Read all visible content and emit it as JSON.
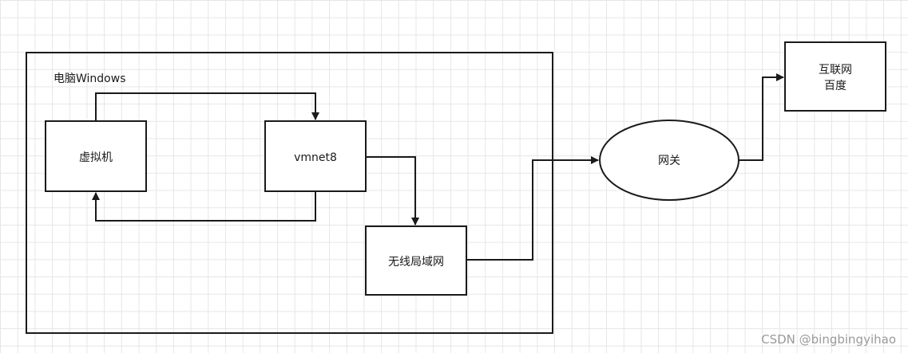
{
  "diagram": {
    "container_label": "电脑Windows",
    "nodes": {
      "vm": "虚拟机",
      "vmnet8": "vmnet8",
      "wlan": "无线局域网",
      "gateway": "网关",
      "internet_line1": "互联网",
      "internet_line2": "百度"
    },
    "edges": [
      {
        "from": "vm",
        "to": "vmnet8"
      },
      {
        "from": "vmnet8",
        "to": "vm"
      },
      {
        "from": "vmnet8",
        "to": "wlan"
      },
      {
        "from": "wlan",
        "to": "gateway"
      },
      {
        "from": "gateway",
        "to": "internet"
      }
    ]
  },
  "watermark": "CSDN @bingbingyihao",
  "colors": {
    "stroke": "#1a1a1a",
    "grid": "#e6e6e6",
    "watermark": "#9a9a9a"
  }
}
